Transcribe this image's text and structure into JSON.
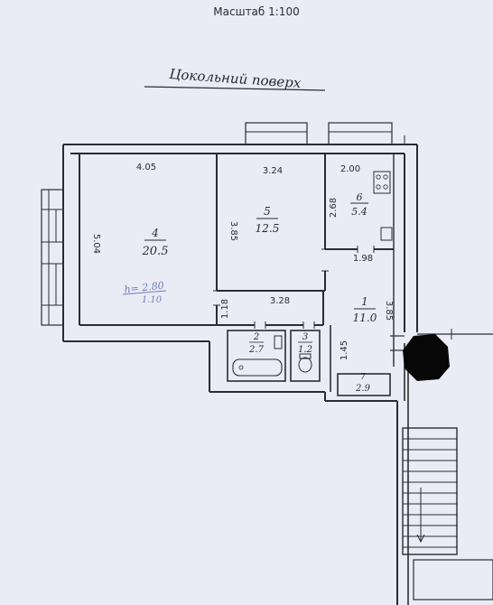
{
  "scale_label": "Масштаб 1:100",
  "floor_title": "Цокольний поверх",
  "rooms": [
    {
      "id": "room-4",
      "number": "4",
      "area": "20.5"
    },
    {
      "id": "room-5",
      "number": "5",
      "area": "12.5"
    },
    {
      "id": "room-6",
      "number": "6",
      "area": "5.4"
    },
    {
      "id": "room-1",
      "number": "1",
      "area": "11.0"
    },
    {
      "id": "room-2",
      "number": "2",
      "area": "2.7"
    },
    {
      "id": "room-3",
      "number": "3",
      "area": "1.2"
    },
    {
      "id": "room-7",
      "number": "7",
      "area": "2.9"
    }
  ],
  "dimensions": {
    "room4_top": "4.05",
    "room4_side": "5.04",
    "room5_top": "3.24",
    "room5_side": "3.85",
    "room6_top": "2.00",
    "room6_side": "2.68",
    "hall_top": "1.98",
    "hall_side": "3.85",
    "corridor": "3.28",
    "corridor_side": "1.18",
    "entry_side": "1.45"
  },
  "height_note": {
    "line1": "h= 2.80",
    "line2": "1.10"
  },
  "colors": {
    "lines": "#2b2b33",
    "paper": "#e9ecf4",
    "pencil": "#6f7fb8"
  }
}
